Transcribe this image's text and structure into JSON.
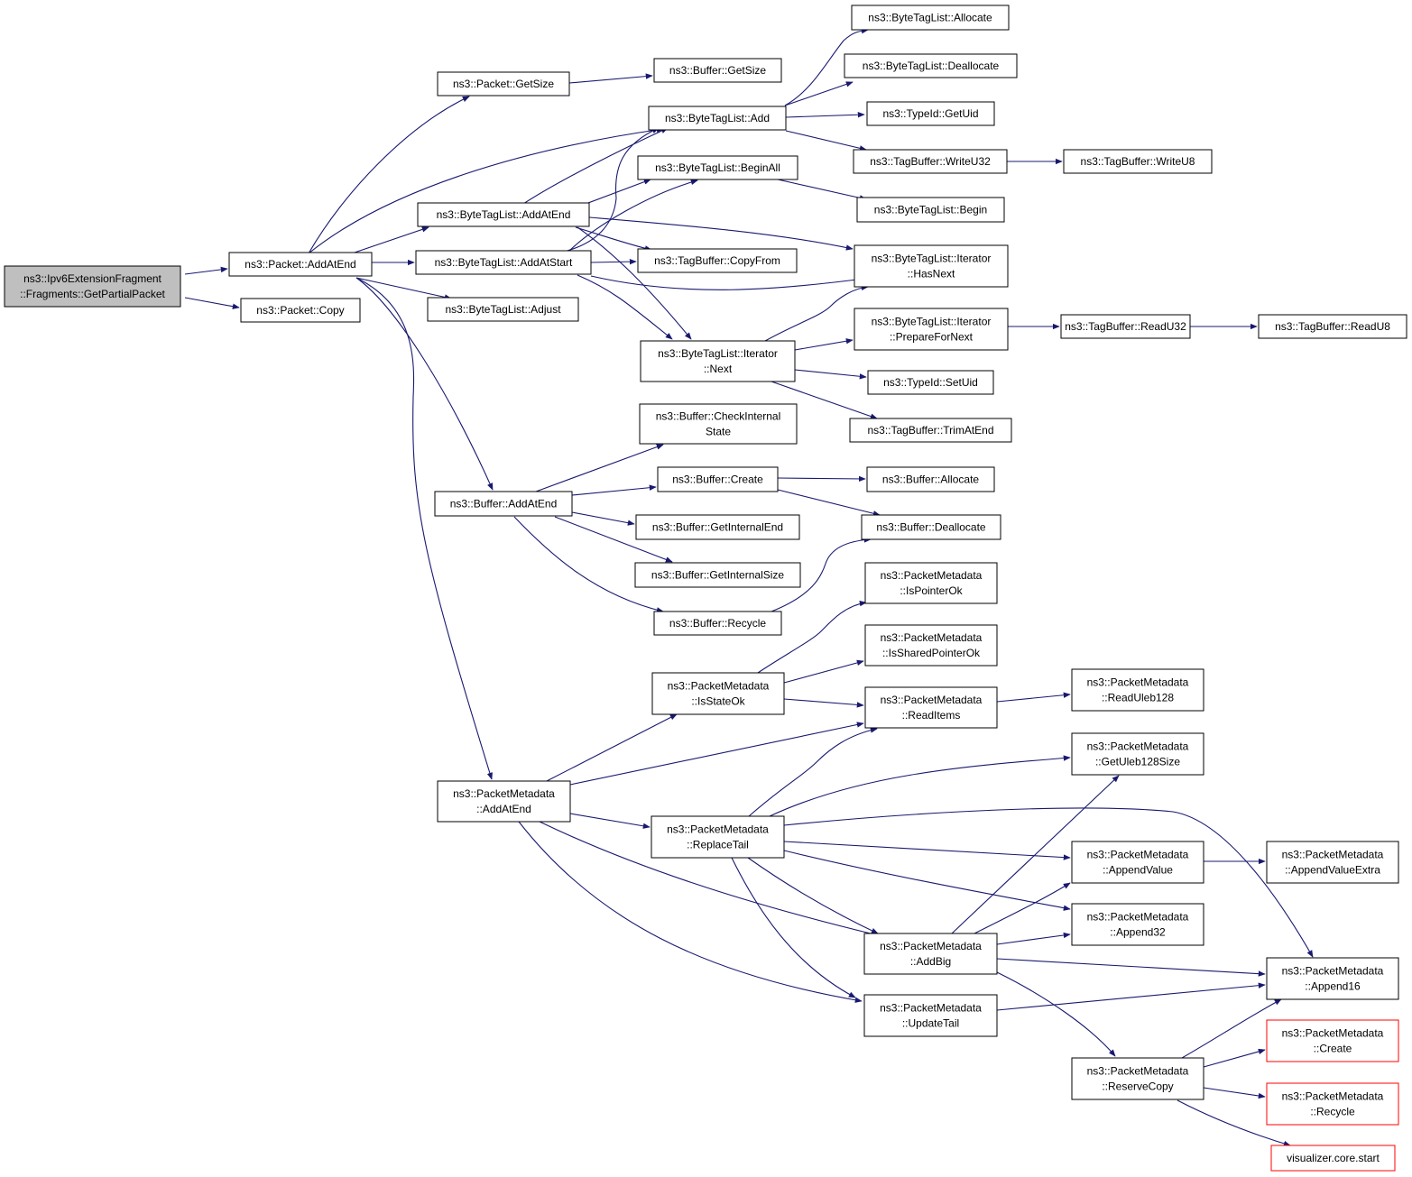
{
  "graph": {
    "nodes": [
      {
        "id": "root",
        "lines": [
          "ns3::Ipv6ExtensionFragment",
          "::Fragments::GetPartialPacket"
        ],
        "root": true
      },
      {
        "id": "pkt_addatend",
        "lines": [
          "ns3::Packet::AddAtEnd"
        ]
      },
      {
        "id": "pkt_copy",
        "lines": [
          "ns3::Packet::Copy"
        ]
      },
      {
        "id": "pkt_getsize",
        "lines": [
          "ns3::Packet::GetSize"
        ]
      },
      {
        "id": "btl_addatend",
        "lines": [
          "ns3::ByteTagList::AddAtEnd"
        ]
      },
      {
        "id": "btl_addatstart",
        "lines": [
          "ns3::ByteTagList::AddAtStart"
        ]
      },
      {
        "id": "btl_adjust",
        "lines": [
          "ns3::ByteTagList::Adjust"
        ]
      },
      {
        "id": "buf_addatend",
        "lines": [
          "ns3::Buffer::AddAtEnd"
        ]
      },
      {
        "id": "pm_addatend",
        "lines": [
          "ns3::PacketMetadata",
          "::AddAtEnd"
        ]
      },
      {
        "id": "buf_getsize",
        "lines": [
          "ns3::Buffer::GetSize"
        ]
      },
      {
        "id": "btl_add",
        "lines": [
          "ns3::ByteTagList::Add"
        ]
      },
      {
        "id": "btl_beginall",
        "lines": [
          "ns3::ByteTagList::BeginAll"
        ]
      },
      {
        "id": "tb_copyfrom",
        "lines": [
          "ns3::TagBuffer::CopyFrom"
        ]
      },
      {
        "id": "btl_it_next",
        "lines": [
          "ns3::ByteTagList::Iterator",
          "::Next"
        ]
      },
      {
        "id": "buf_checkinternal",
        "lines": [
          "ns3::Buffer::CheckInternal",
          "State"
        ]
      },
      {
        "id": "buf_create",
        "lines": [
          "ns3::Buffer::Create"
        ]
      },
      {
        "id": "buf_getinternalend",
        "lines": [
          "ns3::Buffer::GetInternalEnd"
        ]
      },
      {
        "id": "buf_getinternalsize",
        "lines": [
          "ns3::Buffer::GetInternalSize"
        ]
      },
      {
        "id": "buf_recycle",
        "lines": [
          "ns3::Buffer::Recycle"
        ]
      },
      {
        "id": "pm_isstateok",
        "lines": [
          "ns3::PacketMetadata",
          "::IsStateOk"
        ]
      },
      {
        "id": "pm_replacetail",
        "lines": [
          "ns3::PacketMetadata",
          "::ReplaceTail"
        ]
      },
      {
        "id": "btl_allocate",
        "lines": [
          "ns3::ByteTagList::Allocate"
        ]
      },
      {
        "id": "btl_deallocate",
        "lines": [
          "ns3::ByteTagList::Deallocate"
        ]
      },
      {
        "id": "typeid_getuid",
        "lines": [
          "ns3::TypeId::GetUid"
        ]
      },
      {
        "id": "tb_writeu32",
        "lines": [
          "ns3::TagBuffer::WriteU32"
        ]
      },
      {
        "id": "btl_begin",
        "lines": [
          "ns3::ByteTagList::Begin"
        ]
      },
      {
        "id": "btl_it_hasnext",
        "lines": [
          "ns3::ByteTagList::Iterator",
          "::HasNext"
        ]
      },
      {
        "id": "btl_it_preparefornext",
        "lines": [
          "ns3::ByteTagList::Iterator",
          "::PrepareForNext"
        ]
      },
      {
        "id": "typeid_setuid",
        "lines": [
          "ns3::TypeId::SetUid"
        ]
      },
      {
        "id": "tb_trimatend",
        "lines": [
          "ns3::TagBuffer::TrimAtEnd"
        ]
      },
      {
        "id": "buf_allocate",
        "lines": [
          "ns3::Buffer::Allocate"
        ]
      },
      {
        "id": "buf_deallocate",
        "lines": [
          "ns3::Buffer::Deallocate"
        ]
      },
      {
        "id": "pm_ispointerok",
        "lines": [
          "ns3::PacketMetadata",
          "::IsPointerOk"
        ]
      },
      {
        "id": "pm_issharedpointerok",
        "lines": [
          "ns3::PacketMetadata",
          "::IsSharedPointerOk"
        ]
      },
      {
        "id": "pm_readitems",
        "lines": [
          "ns3::PacketMetadata",
          "::ReadItems"
        ]
      },
      {
        "id": "pm_addbig",
        "lines": [
          "ns3::PacketMetadata",
          "::AddBig"
        ]
      },
      {
        "id": "pm_updatetail",
        "lines": [
          "ns3::PacketMetadata",
          "::UpdateTail"
        ]
      },
      {
        "id": "tb_writeu8",
        "lines": [
          "ns3::TagBuffer::WriteU8"
        ]
      },
      {
        "id": "tb_readu32",
        "lines": [
          "ns3::TagBuffer::ReadU32"
        ]
      },
      {
        "id": "pm_readuleb128",
        "lines": [
          "ns3::PacketMetadata",
          "::ReadUleb128"
        ]
      },
      {
        "id": "pm_getuleb128size",
        "lines": [
          "ns3::PacketMetadata",
          "::GetUleb128Size"
        ]
      },
      {
        "id": "pm_appendvalue",
        "lines": [
          "ns3::PacketMetadata",
          "::AppendValue"
        ]
      },
      {
        "id": "pm_append32",
        "lines": [
          "ns3::PacketMetadata",
          "::Append32"
        ]
      },
      {
        "id": "pm_reservecopy",
        "lines": [
          "ns3::PacketMetadata",
          "::ReserveCopy"
        ]
      },
      {
        "id": "tb_readu8",
        "lines": [
          "ns3::TagBuffer::ReadU8"
        ]
      },
      {
        "id": "pm_appendvalueextra",
        "lines": [
          "ns3::PacketMetadata",
          "::AppendValueExtra"
        ]
      },
      {
        "id": "pm_append16",
        "lines": [
          "ns3::PacketMetadata",
          "::Append16"
        ]
      },
      {
        "id": "pm_create",
        "lines": [
          "ns3::PacketMetadata",
          "::Create"
        ],
        "truncated": true
      },
      {
        "id": "pm_recycle",
        "lines": [
          "ns3::PacketMetadata",
          "::Recycle"
        ],
        "truncated": true
      },
      {
        "id": "vis_start",
        "lines": [
          "visualizer.core.start"
        ],
        "truncated": true
      }
    ]
  }
}
